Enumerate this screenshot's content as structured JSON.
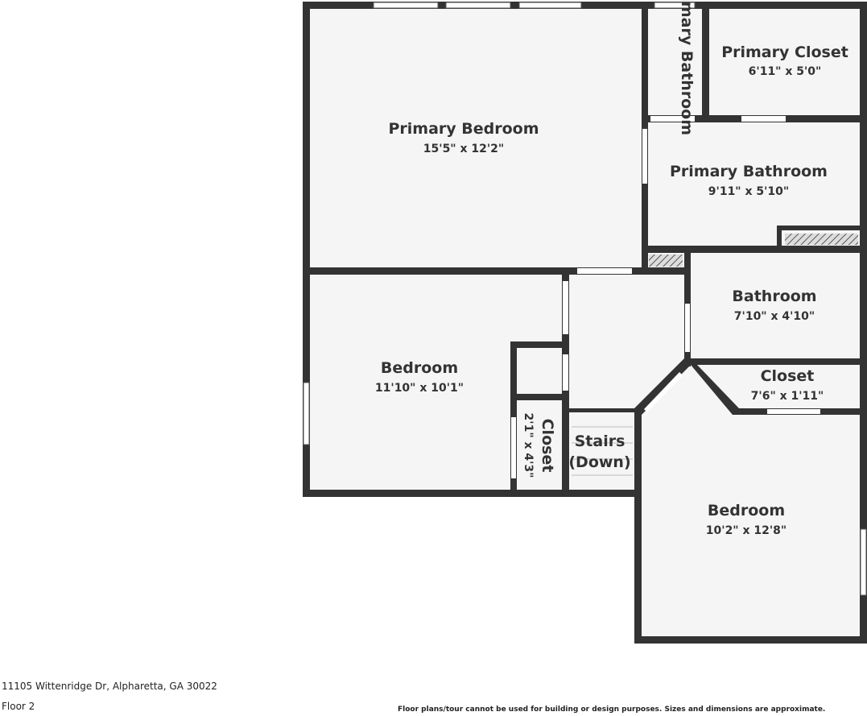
{
  "rooms": [
    {
      "name": "Primary Bedroom",
      "dims": "15'5\" x 12'2\""
    },
    {
      "name": "Primary Bathroom",
      "dims": ""
    },
    {
      "name": "Primary Closet",
      "dims": "6'11\" x 5'0\""
    },
    {
      "name": "Primary Bathroom",
      "dims": "9'11\" x 5'10\""
    },
    {
      "name": "Bathroom",
      "dims": "7'10\" x 4'10\""
    },
    {
      "name": "Closet",
      "dims": "7'6\" x 1'11\""
    },
    {
      "name": "Bedroom",
      "dims": "11'10\" x 10'1\""
    },
    {
      "name": "Closet",
      "dims": "2'1\" x 4'3\""
    },
    {
      "name": "Stairs",
      "dims": "(Down)"
    },
    {
      "name": "Bedroom",
      "dims": "10'2\" x 12'8\""
    }
  ],
  "footer": {
    "address": "11105 Wittenridge Dr, Alpharetta, GA 30022",
    "floor": "Floor 2",
    "disclaimer": "Floor plans/tour cannot be used for building or design purposes. Sizes and dimensions are approximate."
  },
  "colors": {
    "wall": "#333333",
    "floor": "#f5f5f5"
  }
}
